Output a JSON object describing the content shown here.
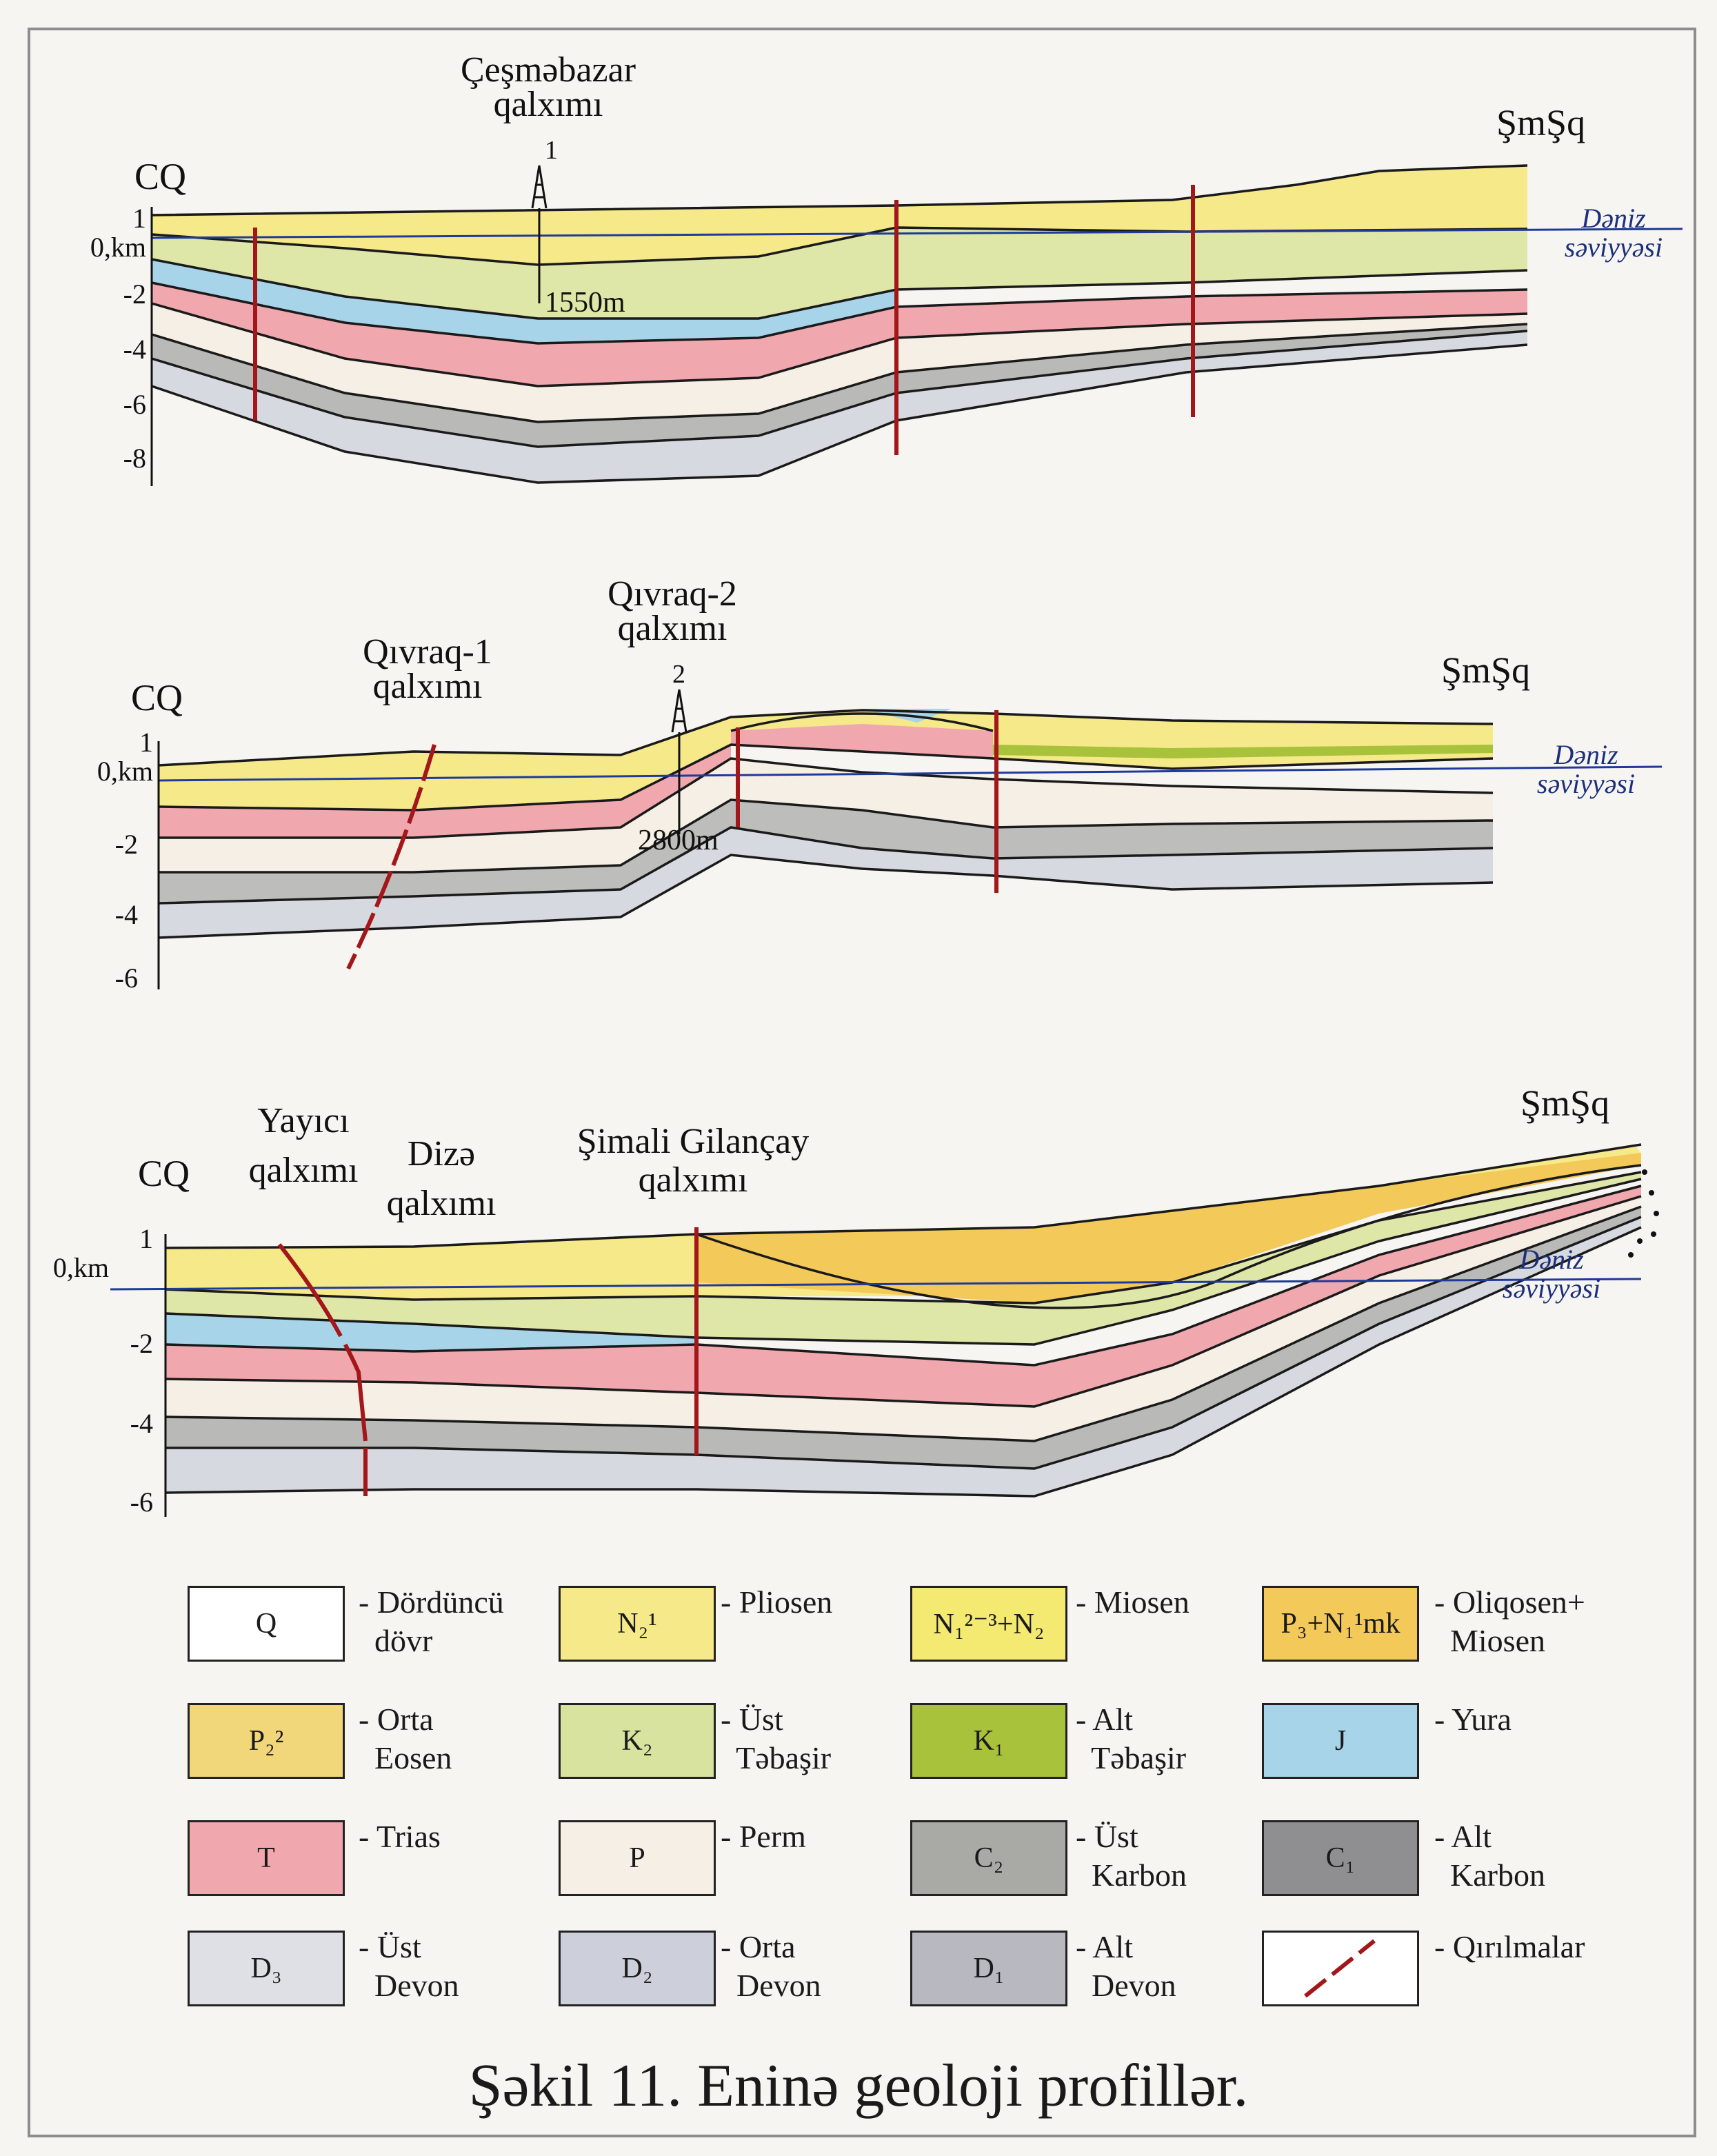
{
  "profile1": {
    "cq": "CQ",
    "well_label_1": "Çeşməbazar",
    "well_label_2": "qalxımı",
    "well_no": "1",
    "well_depth": "1550m",
    "right": "ŞmŞq",
    "sea_1": "Dəniz",
    "sea_2": "səviyyəsi",
    "ticks": [
      "1",
      "0,km",
      "-2",
      "-4",
      "-6",
      "-8"
    ]
  },
  "profile2": {
    "cq": "CQ",
    "left_label_1": "Qıvraq-1",
    "left_label_2": "qalxımı",
    "well_label_1": "Qıvraq-2",
    "well_label_2": "qalxımı",
    "well_no": "2",
    "well_depth": "2800m",
    "right": "ŞmŞq",
    "sea_1": "Dəniz",
    "sea_2": "səviyyəsi",
    "ticks": [
      "1",
      "0,km",
      "-2",
      "-4",
      "-6"
    ]
  },
  "profile3": {
    "cq": "CQ",
    "l1_1": "Yayıcı",
    "l1_2": "qalxımı",
    "l2_1": "Dizə",
    "l2_2": "qalxımı",
    "l3_1": "Şimali Gilançay",
    "l3_2": "qalxımı",
    "right": "ŞmŞq",
    "sea_1": "Dəniz",
    "sea_2": "səviyyəsi",
    "ticks": [
      "1",
      "0,km",
      "-2",
      "-4",
      "-6"
    ]
  },
  "legend": [
    {
      "code": "Q",
      "text": "- Dördüncü\n  dövr",
      "color": "#ffffff"
    },
    {
      "code": "N₂¹",
      "text": "- Pliosen",
      "color": "#f6e98a"
    },
    {
      "code": "N₁²⁻³+N₂",
      "text": "- Miosen",
      "color": "#f4ea72"
    },
    {
      "code": "P₃+N₁¹mk",
      "text": "- Oliqosen+\n  Miosen",
      "color": "#f3c95a"
    },
    {
      "code": "P₂²",
      "text": "- Orta\n  Eosen",
      "color": "#f2d77a"
    },
    {
      "code": "K₂",
      "text": "- Üst\n  Təbaşir",
      "color": "#d8e3a0"
    },
    {
      "code": "K₁",
      "text": "- Alt\n  Təbaşir",
      "color": "#a8c23c"
    },
    {
      "code": "J",
      "text": "- Yura",
      "color": "#a8d4ea"
    },
    {
      "code": "T",
      "text": "- Trias",
      "color": "#f0a8ae"
    },
    {
      "code": "P",
      "text": "- Perm",
      "color": "#f6efe6"
    },
    {
      "code": "C₂",
      "text": "- Üst\n  Karbon",
      "color": "#a9a9a6"
    },
    {
      "code": "C₁",
      "text": "- Alt\n  Karbon",
      "color": "#8f8f92"
    },
    {
      "code": "D₃",
      "text": "- Üst\n  Devon",
      "color": "#dfe0e6"
    },
    {
      "code": "D₂",
      "text": "- Orta\n  Devon",
      "color": "#cdd0da"
    },
    {
      "code": "D₁",
      "text": "- Alt\n  Devon",
      "color": "#b8b9c0"
    },
    {
      "code": "",
      "text": "- Qırılmalar",
      "color": "#ffffff"
    }
  ],
  "caption": "Şəkil 11. Eninə geoloji profillər.",
  "colors": {
    "fault": "#a3171a",
    "sea_line": "#1f3a9a"
  }
}
